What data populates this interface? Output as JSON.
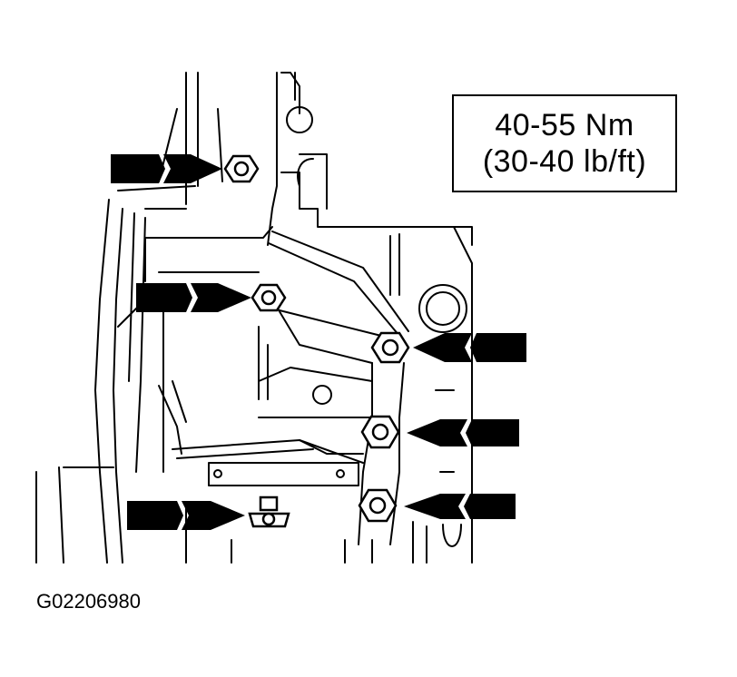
{
  "torque_spec": {
    "metric": "40-55 Nm",
    "imperial": "(30-40 lb/ft)"
  },
  "figure_code": "G02206980",
  "callouts": [
    {
      "name": "arrow-bolt-upper-left",
      "direction": "right"
    },
    {
      "name": "arrow-bolt-middle-left",
      "direction": "right"
    },
    {
      "name": "arrow-bolt-middle-right",
      "direction": "left"
    },
    {
      "name": "arrow-bolt-lower-right",
      "direction": "left"
    },
    {
      "name": "arrow-bolt-bottom-right",
      "direction": "left"
    },
    {
      "name": "arrow-bolt-bottom-left",
      "direction": "right"
    }
  ],
  "colors": {
    "line": "#000000",
    "background": "#ffffff"
  }
}
